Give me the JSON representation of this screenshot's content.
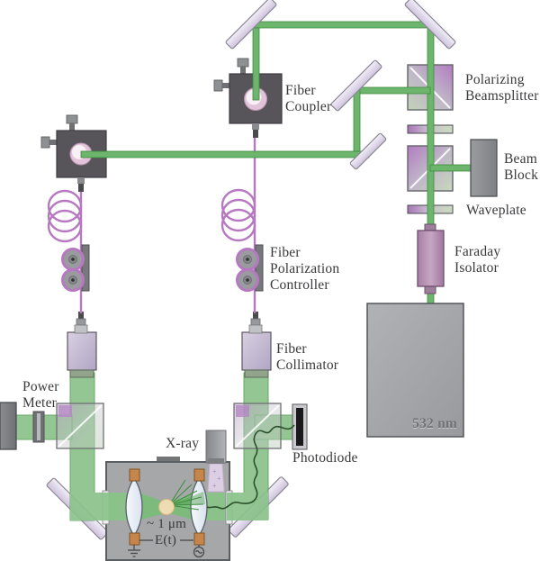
{
  "figure": "Optical levitation experiment setup (532 nm laser, optical trap with X-ray source)",
  "colors": {
    "beam_green": "#74b874",
    "wide_beam_green": "#8ac28a",
    "fiber_purple": "#b678c0",
    "mirror_lavender": "#e6dff0",
    "pbs_purple": "#b681c4",
    "faraday_purple": "#b78ab2",
    "electrode_orange": "#c5854b",
    "chamber_gray": "#a5a7a9",
    "text": "#39393b"
  },
  "labels": {
    "fiber_coupler": "Fiber\nCoupler",
    "polarizing_beamsplitter": "Polarizing\nBeamsplitter",
    "beam_block": "Beam\nBlock",
    "waveplate": "Waveplate",
    "faraday_isolator": "Faraday\nIsolator",
    "laser_wavelength": "532 nm",
    "fiber_polarization_controller": "Fiber\nPolarization\nController",
    "fiber_collimator": "Fiber\nCollimator",
    "power_meter": "Power\nMeter",
    "xray": "X-ray",
    "photodiode": "Photodiode",
    "particle_size": "~ 1 μm",
    "electric_field": "E(t)",
    "xray_plus": "+"
  }
}
